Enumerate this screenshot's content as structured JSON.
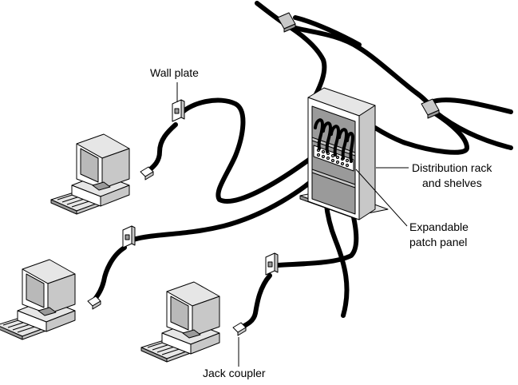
{
  "labels": {
    "wall_plate": "Wall plate",
    "distribution_rack": "Distribution rack",
    "and_shelves": "and shelves",
    "expandable": "Expandable",
    "patch_panel": "patch panel",
    "jack_coupler": "Jack coupler"
  }
}
